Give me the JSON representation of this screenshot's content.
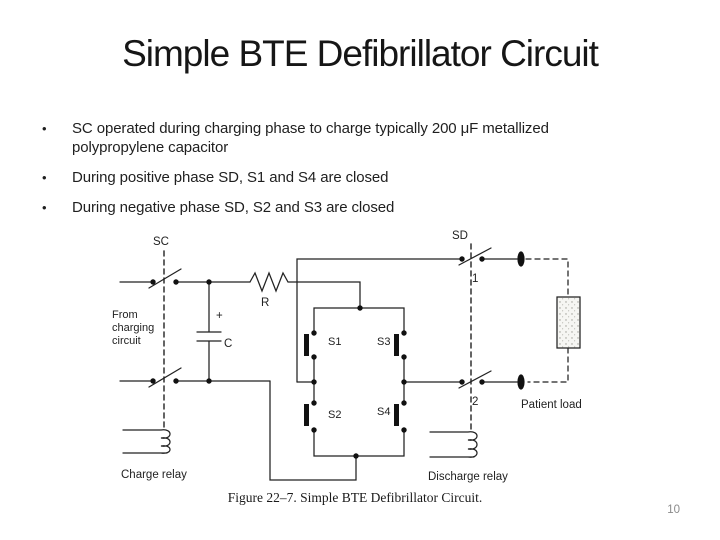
{
  "slide": {
    "title": "Simple BTE Defibrillator Circuit",
    "bullet_char": "•",
    "bullets": [
      {
        "lines": [
          "SC operated during charging phase to charge typically 200 μF metallized",
          "polypropylene capacitor"
        ]
      },
      {
        "lines": [
          "During positive phase SD, S1 and S4 are closed"
        ]
      },
      {
        "lines": [
          "During negative phase SD, S2 and S3 are closed"
        ]
      }
    ],
    "page_number": "10"
  },
  "figure": {
    "caption": "Figure 22–7. Simple BTE Defibrillator Circuit.",
    "labels": {
      "sc": "SC",
      "sd": "SD",
      "r": "R",
      "c": "C",
      "plus": "+",
      "contact1": "1",
      "contact2": "2",
      "s1": "S1",
      "s2": "S2",
      "s3": "S3",
      "s4": "S4",
      "from_line1": "From",
      "from_line2": "charging",
      "from_line3": "circuit",
      "charge_relay": "Charge relay",
      "discharge_relay": "Discharge relay",
      "patient_load": "Patient load"
    },
    "colors": {
      "ink": "#222222",
      "page_number_gray": "#8a8a8a"
    }
  }
}
